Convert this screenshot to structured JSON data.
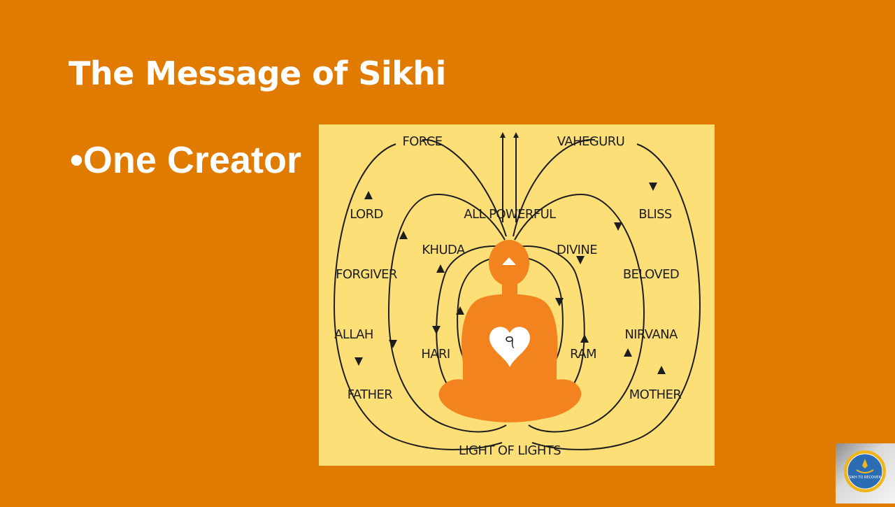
{
  "slide": {
    "title": "The Message of Sikhi",
    "bullet_marker": "•",
    "bullet_text": "One Creator"
  },
  "diagram": {
    "labels": {
      "force": "FORCE",
      "vaheguru": "VAHEGURU",
      "lord": "LORD",
      "all_powerful": "ALL POWERFUL",
      "bliss": "BLISS",
      "khuda": "KHUDA",
      "divine": "DIVINE",
      "forgiver": "FORGIVER",
      "beloved": "BELOVED",
      "allah": "ALLAH",
      "nirvana": "NIRVANA",
      "hari": "HARI",
      "ram": "RAM",
      "father": "FATHER",
      "mother": "MOTHER",
      "light_of_lights": "LIGHT OF LIGHTS"
    },
    "heart_glyph": "੧",
    "colors": {
      "background": "#fddf77",
      "figure": "#f3831f",
      "lines": "#1d1d1d"
    }
  },
  "logo": {
    "text": "SIKH TO RECOVER",
    "colors": {
      "ring": "#f1b51c",
      "inner": "#2a6db5"
    }
  },
  "colors": {
    "slide_background": "#e07b00",
    "text": "#ffffff"
  }
}
